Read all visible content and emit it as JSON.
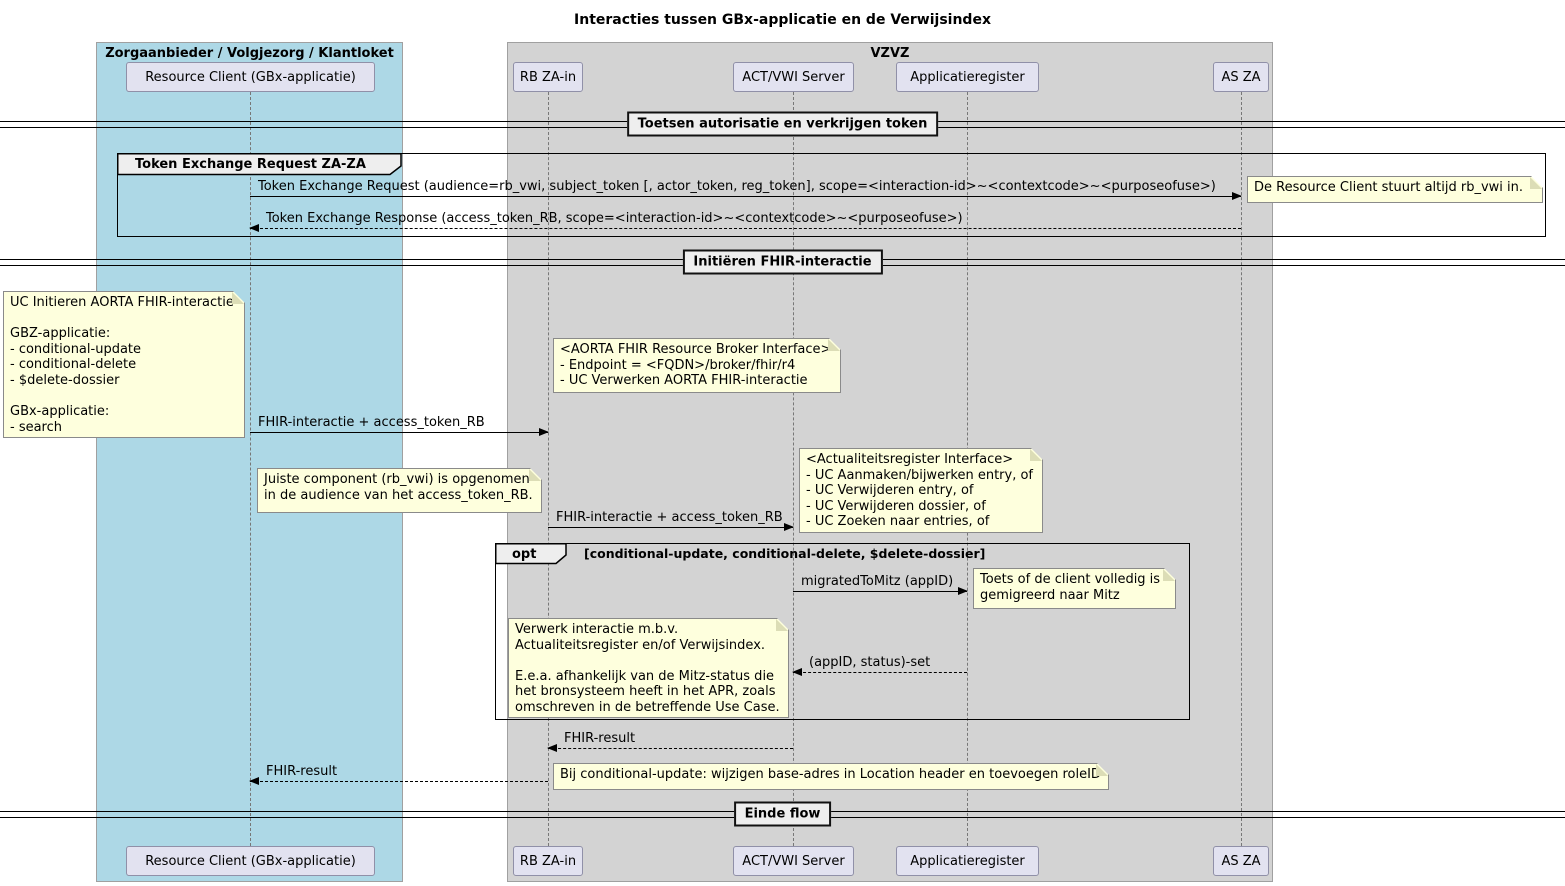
{
  "title": "Interacties tussen GBx-applicatie en de Verwijsindex",
  "boxes": {
    "left": {
      "label": "Zorgaanbieder / Volgjezorg / Klantloket",
      "color": "#ADD8E6"
    },
    "right": {
      "label": "VZVZ",
      "color": "#D3D3D3"
    }
  },
  "participants": [
    {
      "label": "Resource Client (GBx-applicatie)"
    },
    {
      "label": "RB ZA-in"
    },
    {
      "label": "ACT/VWI Server"
    },
    {
      "label": "Applicatieregister"
    },
    {
      "label": "AS ZA"
    }
  ],
  "dividers": [
    {
      "label": "Toetsen autorisatie en verkrijgen token"
    },
    {
      "label": "Initiëren FHIR-interactie"
    },
    {
      "label": "Einde flow"
    }
  ],
  "fragments": {
    "group": {
      "label": "Token Exchange Request ZA-ZA"
    },
    "opt": {
      "keyword": "opt",
      "condition": "[conditional-update, conditional-delete, $delete-dossier]"
    }
  },
  "messages": [
    {
      "text": "Token Exchange Request (audience=rb_vwi, subject_token [, actor_token, reg_token], scope=<interaction-id>~<contextcode>~<purposeofuse>)",
      "from": "Resource Client (GBx-applicatie)",
      "to": "AS ZA",
      "line": "solid"
    },
    {
      "text": "Token Exchange Response (access_token_RB, scope=<interaction-id>~<contextcode>~<purposeofuse>)",
      "from": "AS ZA",
      "to": "Resource Client (GBx-applicatie)",
      "line": "dashed"
    },
    {
      "text": "FHIR-interactie + access_token_RB",
      "from": "Resource Client (GBx-applicatie)",
      "to": "RB ZA-in",
      "line": "solid"
    },
    {
      "text": "FHIR-interactie + access_token_RB",
      "from": "RB ZA-in",
      "to": "ACT/VWI Server",
      "line": "solid"
    },
    {
      "text": "migratedToMitz (appID)",
      "from": "ACT/VWI Server",
      "to": "Applicatieregister",
      "line": "solid"
    },
    {
      "text": "(appID, status)-set",
      "from": "Applicatieregister",
      "to": "ACT/VWI Server",
      "line": "dashed"
    },
    {
      "text": "FHIR-result",
      "from": "ACT/VWI Server",
      "to": "RB ZA-in",
      "line": "dashed"
    },
    {
      "text": "FHIR-result",
      "from": "RB ZA-in",
      "to": "Resource Client (GBx-applicatie)",
      "line": "dashed"
    }
  ],
  "notes": [
    {
      "text": "De Resource Client stuurt altijd rb_vwi in."
    },
    {
      "text": "UC Initieren AORTA FHIR-interactie\n\nGBZ-applicatie:\n- conditional-update\n- conditional-delete\n- $delete-dossier\n\nGBx-applicatie:\n- search"
    },
    {
      "text": "<AORTA FHIR Resource Broker Interface>\n- Endpoint = <FQDN>/broker/fhir/r4\n- UC Verwerken AORTA FHIR-interactie"
    },
    {
      "text": "Juiste component (rb_vwi) is opgenomen\nin de audience van het access_token_RB."
    },
    {
      "text": "<Actualiteitsregister Interface>\n- UC Aanmaken/bijwerken entry, of\n- UC Verwijderen entry, of\n- UC Verwijderen dossier, of\n- UC Zoeken naar entries, of"
    },
    {
      "text": "Toets of de client volledig is\ngemigreerd naar Mitz"
    },
    {
      "text": "Verwerk interactie m.b.v.\nActualiteitsregister en/of Verwijsindex.\n\nE.e.a. afhankelijk van de Mitz-status die\nhet bronsysteem heeft in het APR, zoals\nomschreven in de betreffende Use Case."
    },
    {
      "text": "Bij conditional-update: wijzigen base-adres in Location header en toevoegen roleID"
    }
  ],
  "colors": {
    "participant_fill": "#E2E2F0",
    "note_fill": "#FEFFDD",
    "box_left_fill": "#ADD8E6",
    "box_right_fill": "#D3D3D3",
    "divider_fill": "#EEEEEE",
    "line": "#000000"
  }
}
